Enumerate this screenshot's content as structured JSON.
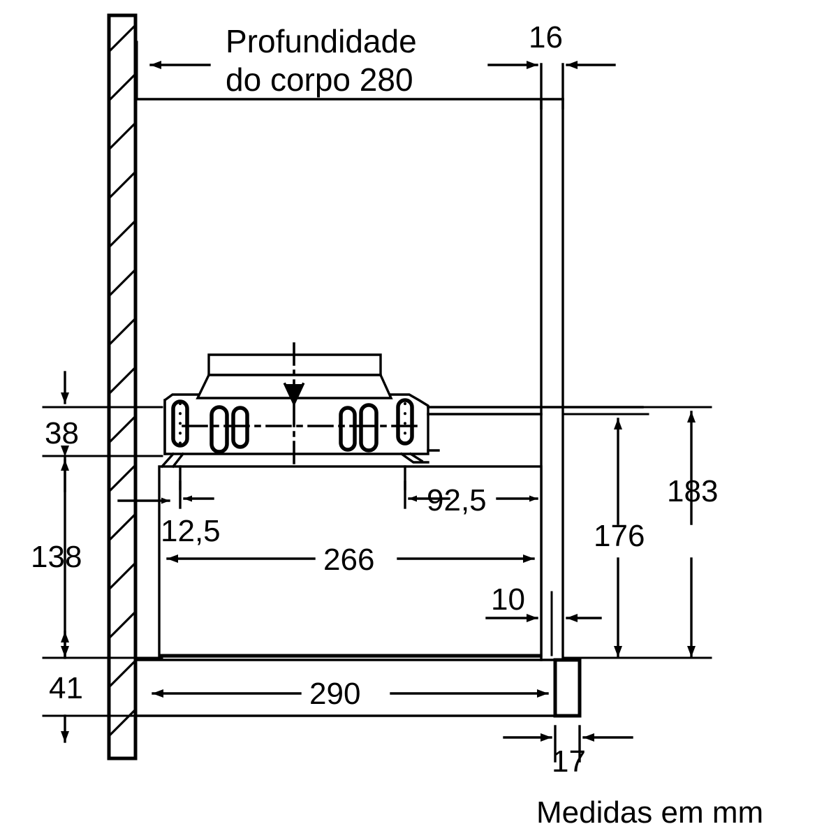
{
  "drawing": {
    "type": "technical-dimension-drawing",
    "subject": "telescopic-cooker-hood-side-section",
    "units_note": "Medidas em mm",
    "title_lines": [
      "Profundidade",
      "do corpo 280"
    ],
    "title_full": "Profundidade do corpo 280",
    "stroke_color": "#000000",
    "background_color": "#ffffff"
  },
  "dimensions": {
    "body_depth": "280",
    "top_gap": "16",
    "hood_top_offset": "38",
    "wall_to_body": "138",
    "front_overhang": "41",
    "slot_left_inset": "12,5",
    "slot_right_inset": "92,5",
    "chassis_width": "266",
    "panel_thickness": "10",
    "telescopic_depth": "176",
    "total_height": "183",
    "total_width": "290",
    "front_panel": "17"
  },
  "labels": {
    "d16": "16",
    "d38": "38",
    "d138": "138",
    "d41": "41",
    "d125": "12,5",
    "d925": "92,5",
    "d266": "266",
    "d10": "10",
    "d176": "176",
    "d183": "183",
    "d290": "290",
    "d17": "17",
    "units": "Medidas em mm",
    "title1": "Profundidade",
    "title2": "do corpo 280"
  },
  "parts": {
    "wall": "hatched-wall-section",
    "cabinet_panel": "vertical-cabinet-side-panel",
    "hood_body": "hood-chassis-box",
    "motor_housing": "motor-housing-with-keyhole-slots",
    "duct_outlet": "round-duct-outlet-spigot",
    "front_handle": "pull-out-front-panel"
  }
}
